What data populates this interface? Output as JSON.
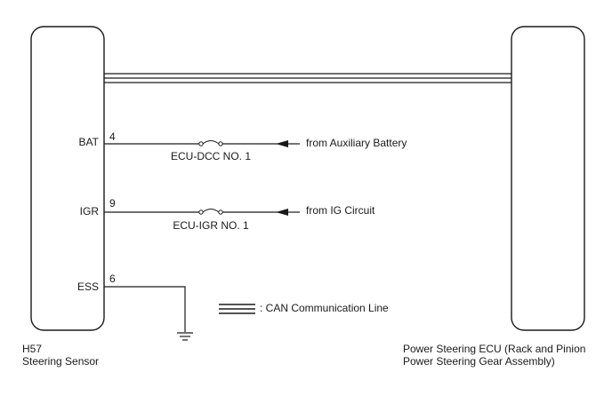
{
  "left_component": {
    "code": "H57",
    "name": "Steering Sensor",
    "pins": [
      {
        "label": "BAT",
        "number": "4"
      },
      {
        "label": "IGR",
        "number": "9"
      },
      {
        "label": "ESS",
        "number": "6"
      }
    ]
  },
  "right_component": {
    "name_line1": "Power Steering ECU (Rack and Pinion",
    "name_line2": "Power Steering Gear Assembly)"
  },
  "fuses": [
    {
      "name": "ECU-DCC NO. 1"
    },
    {
      "name": "ECU-IGR NO. 1"
    }
  ],
  "sources": [
    {
      "text": "from Auxiliary Battery"
    },
    {
      "text": "from IG Circuit"
    }
  ],
  "legend": {
    "text": ": CAN Communication Line"
  }
}
